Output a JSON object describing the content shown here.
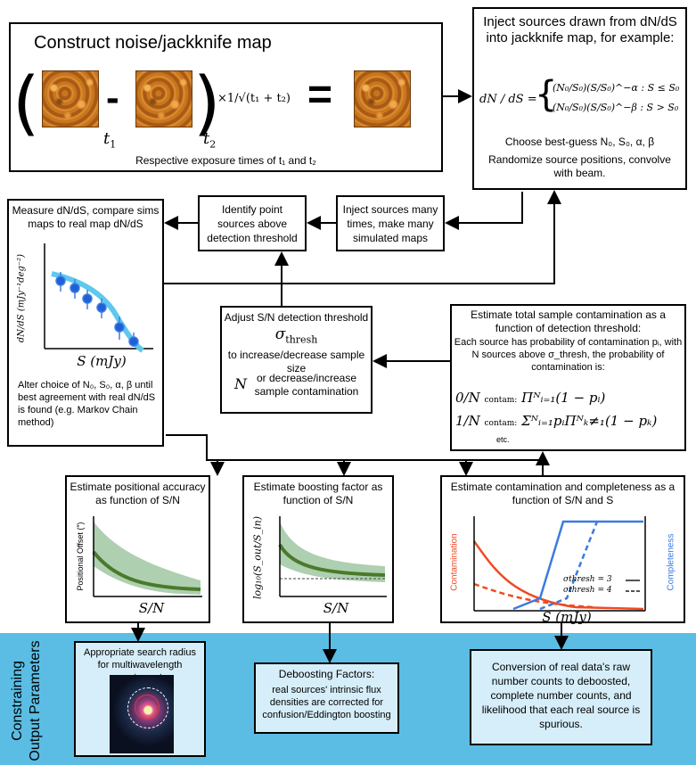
{
  "box_construct": {
    "title": "Construct noise/jackknife map",
    "minus": "-",
    "equals": "=",
    "t1": "t",
    "t1_sub": "1",
    "t2": "t",
    "t2_sub": "2",
    "exponent": "×1/√(t₁ + t₂)",
    "caption": "Respective exposure times of t₁ and t₂"
  },
  "box_inject": {
    "title": "Inject sources drawn from dN/dS into jackknife map, for example:",
    "lhs": "dN / dS =",
    "case1": "(N₀/S₀)(S/S₀)^−α   : S ≤ S₀",
    "case2": "(N₀/S₀)(S/S₀)^−β   : S > S₀",
    "choose": "Choose best-guess  N₀, S₀, α, β",
    "randomize": "Randomize source positions, convolve with beam."
  },
  "box_many": {
    "text": "Inject sources many times, make many simulated maps"
  },
  "box_identify": {
    "text": "Identify point sources above detection threshold"
  },
  "box_measure": {
    "title": "Measure dN/dS, compare sims maps to real map dN/dS",
    "ylabel": "dN/dS (mJy⁻¹deg⁻²)",
    "xlabel": "S (mJy)",
    "alter": "Alter choice of N₀, S₀, α, β until best agreement with real dN/dS is found (e.g. Markov Chain method)"
  },
  "box_adjust": {
    "line1": "Adjust S/N detection threshold",
    "sigma": "σ",
    "sigma_sub": "thresh",
    "line2": "to increase/decrease sample size",
    "n": "N",
    "line3": "or decrease/increase sample contamination"
  },
  "box_estimate_total": {
    "title": "Estimate total sample contamination as a function of detection threshold:",
    "body": "Each source has probability of contamination pᵢ, with N sources above σ_thresh, the probability of contamination is:",
    "eq0": "0/N",
    "eq0_tag": "contam:",
    "eq0_rhs": "Πᴺᵢ₌₁(1 − pᵢ)",
    "eq1": "1/N",
    "eq1_tag": "contam:",
    "eq1_rhs": "Σᴺᵢ₌₁pᵢΠᴺₖ≠₁(1 − pₖ)",
    "etc": "etc."
  },
  "box_positional": {
    "title": "Estimate positional accuracy as function of S/N",
    "ylabel": "Positional Offset (″)",
    "xlabel": "S/N"
  },
  "box_boosting": {
    "title": "Estimate boosting factor as function of S/N",
    "ylabel": "log₁₀(S_out/S_in)",
    "xlabel": "S/N"
  },
  "box_contam": {
    "title": "Estimate contamination and completeness as a function of S/N and S",
    "ylabel_left": "Contamination",
    "ylabel_right": "Completeness",
    "xlabel": "S (mJy)",
    "legend1": "σthresh = 3",
    "legend2": "σthresh = 4"
  },
  "band": {
    "label_line1": "Constraining",
    "label_line2": "Output Parameters"
  },
  "out_search": {
    "text": "Appropriate search radius for multiwavelength counterparts"
  },
  "out_deboost": {
    "title": "Deboosting Factors:",
    "body": "real sources' intrinsic flux densities are corrected for confusion/Eddington boosting"
  },
  "out_conversion": {
    "text": "Conversion of real data's raw number counts to deboosted, complete number counts, and likelihood that each real source is spurious."
  },
  "colors": {
    "accent_blue": "#5bbde4",
    "curve_blue": "#3a7be0",
    "curve_red": "#ef4a22",
    "band_green": "#4a7a2a"
  }
}
